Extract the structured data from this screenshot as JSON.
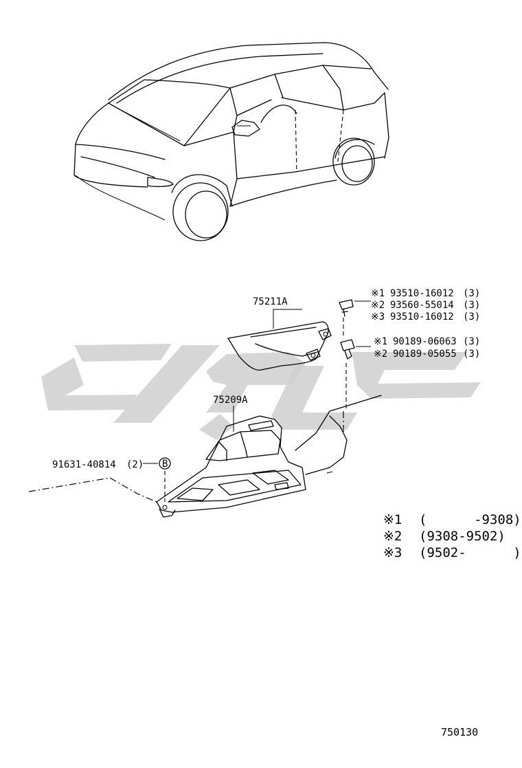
{
  "parts": {
    "trim_cover": "75211A",
    "under_cover": "75209A",
    "bolt_number": "91631-40814",
    "bolt_qty": "(2)",
    "bolt_marker": "B"
  },
  "screws": [
    {
      "mark": "※1",
      "number": "93510-16012",
      "qty": "(3)"
    },
    {
      "mark": "※2",
      "number": "93560-55014",
      "qty": "(3)"
    },
    {
      "mark": "※3",
      "number": "93510-16012",
      "qty": "(3)"
    }
  ],
  "clips": [
    {
      "mark": "※1",
      "number": "90189-06063",
      "qty": "(3)"
    },
    {
      "mark": "※2",
      "number": "90189-05055",
      "qty": "(3)"
    }
  ],
  "notes": [
    {
      "mark": "※1",
      "range": "(      -9308)"
    },
    {
      "mark": "※2",
      "range": "(9308-9502)"
    },
    {
      "mark": "※3",
      "range": "(9502-      )"
    }
  ],
  "diagram_ref": "750130"
}
